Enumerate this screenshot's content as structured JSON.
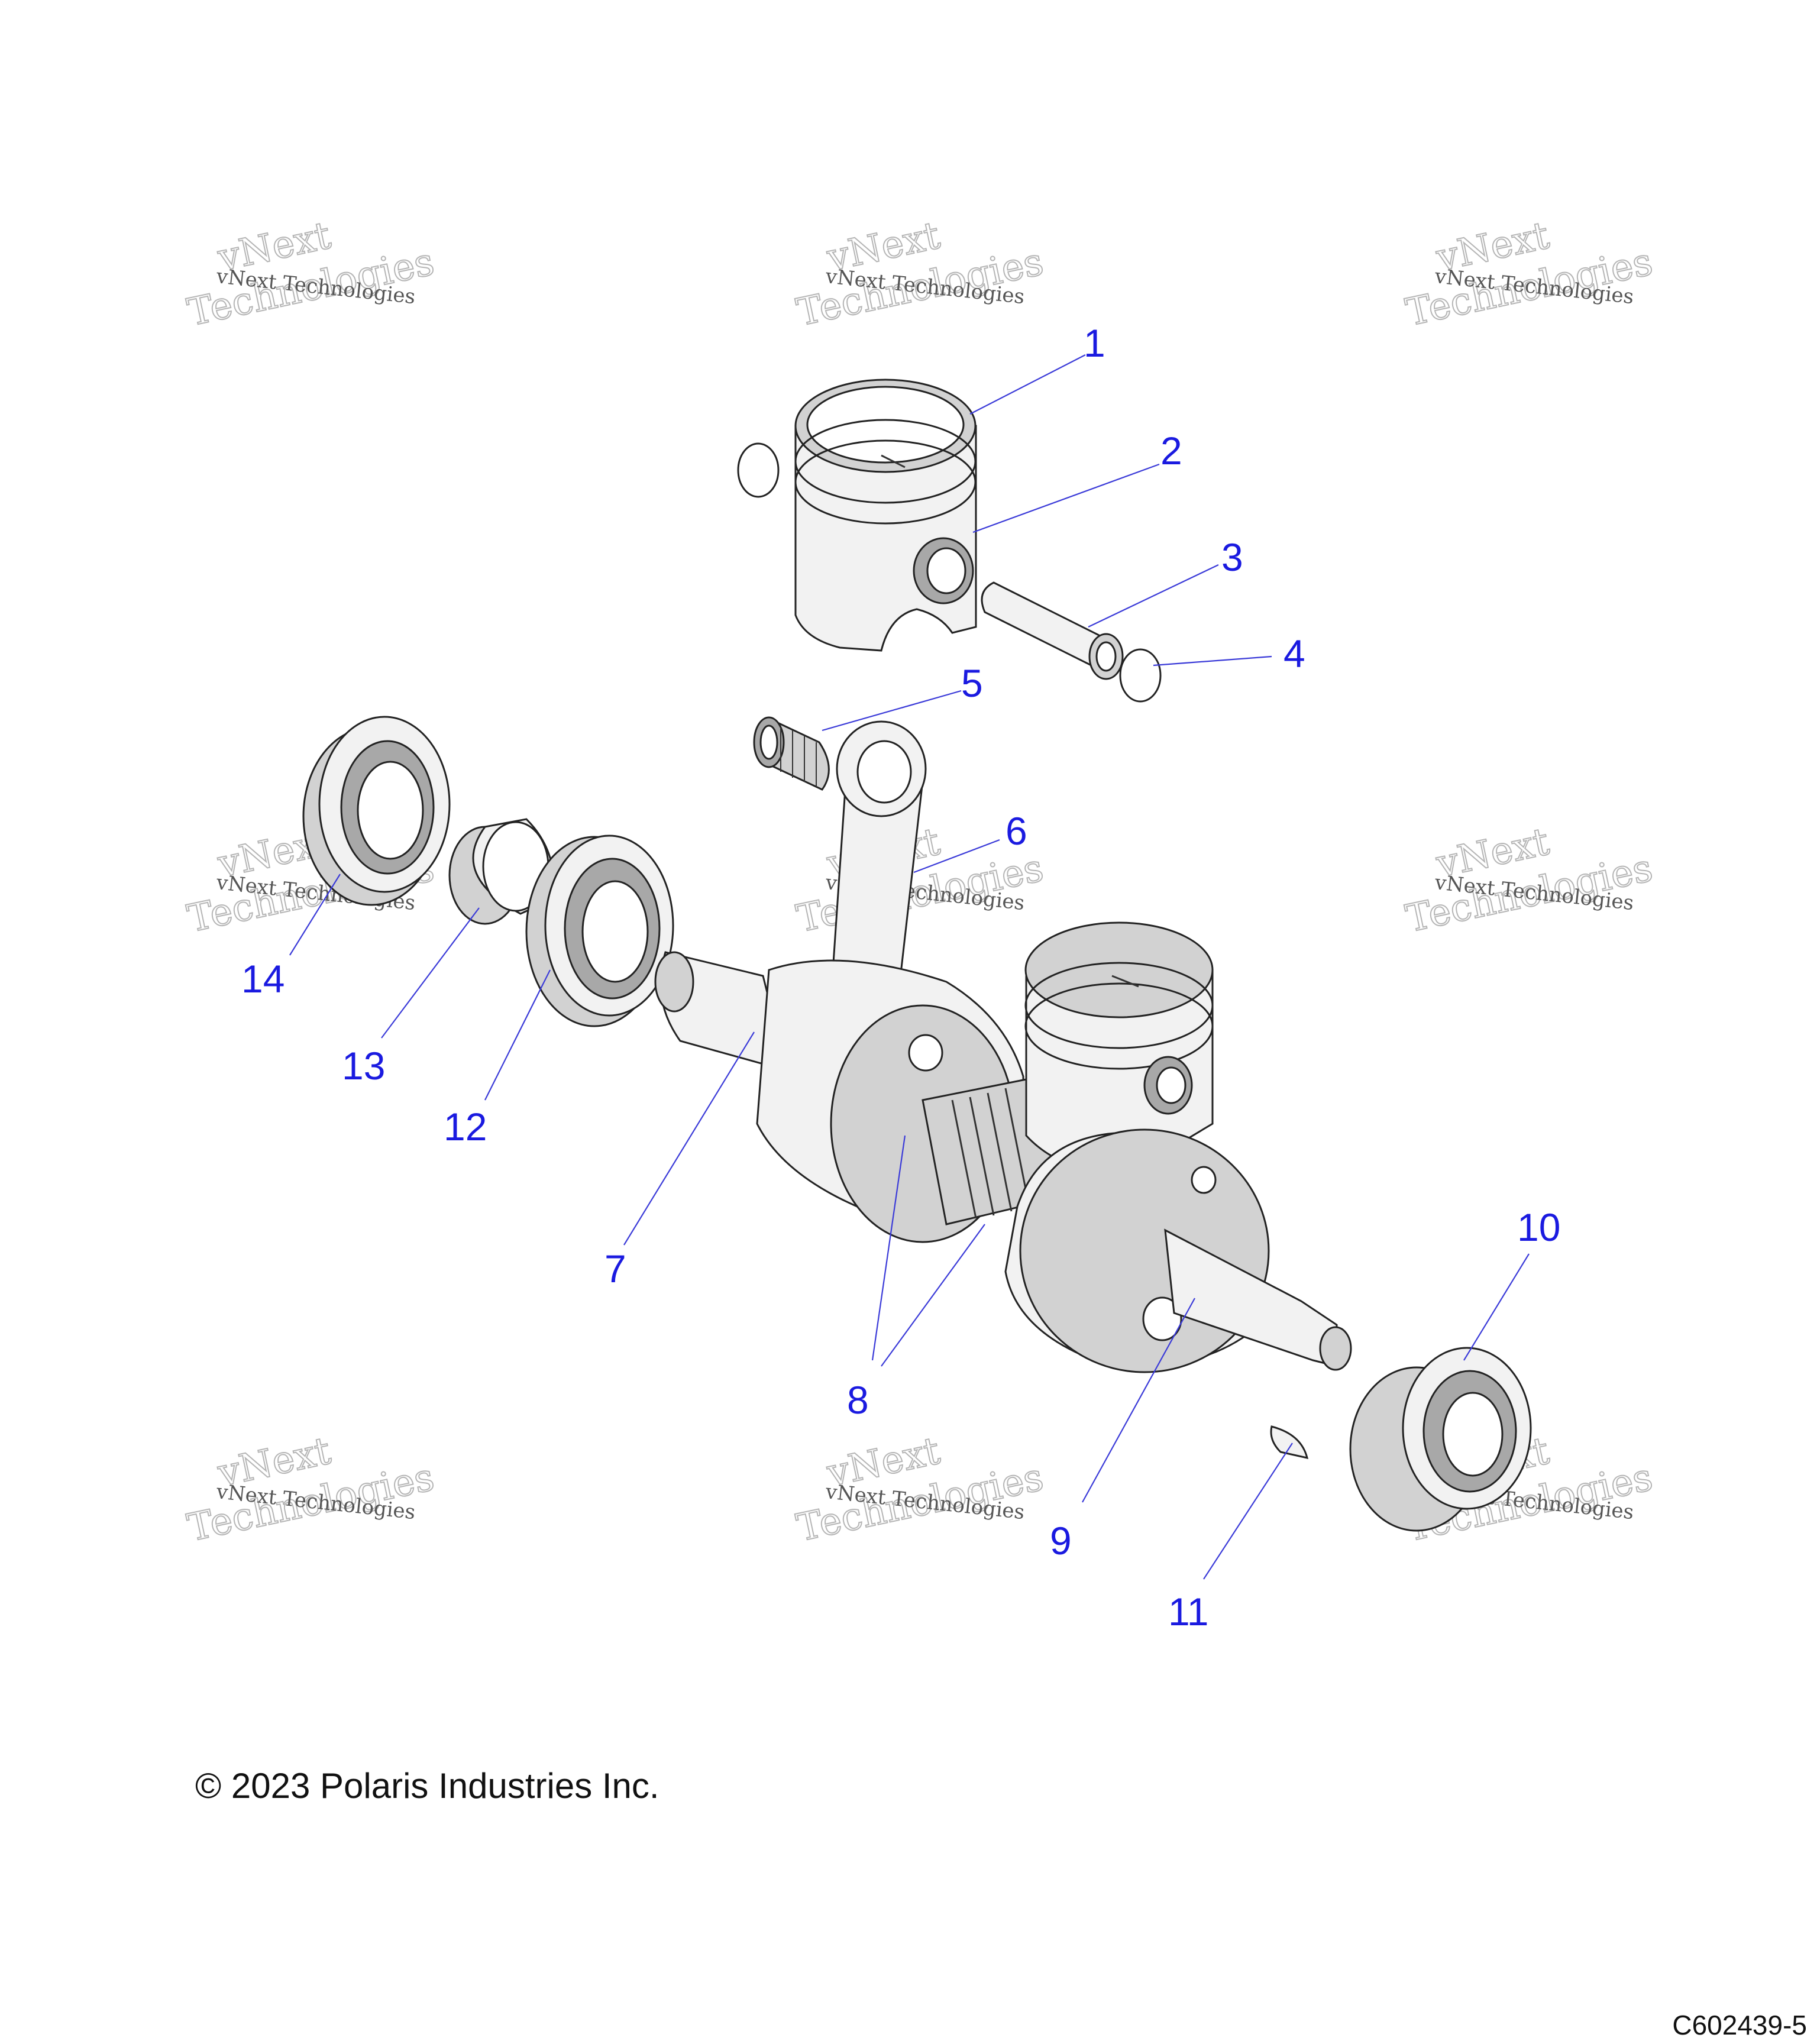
{
  "callouts": [
    {
      "id": "c1",
      "label": "1"
    },
    {
      "id": "c2",
      "label": "2"
    },
    {
      "id": "c3",
      "label": "3"
    },
    {
      "id": "c4",
      "label": "4"
    },
    {
      "id": "c5",
      "label": "5"
    },
    {
      "id": "c6",
      "label": "6"
    },
    {
      "id": "c7",
      "label": "7"
    },
    {
      "id": "c8",
      "label": "8"
    },
    {
      "id": "c9",
      "label": "9"
    },
    {
      "id": "c10",
      "label": "10"
    },
    {
      "id": "c11",
      "label": "11"
    },
    {
      "id": "c12",
      "label": "12"
    },
    {
      "id": "c13",
      "label": "13"
    },
    {
      "id": "c14",
      "label": "14"
    }
  ],
  "watermark": {
    "line_small": "vNext Technologies",
    "line_big_1": "vNext",
    "line_big_2": "Technologies"
  },
  "copyright": "© 2023 Polaris Industries Inc.",
  "figure_id": "C602439-5"
}
